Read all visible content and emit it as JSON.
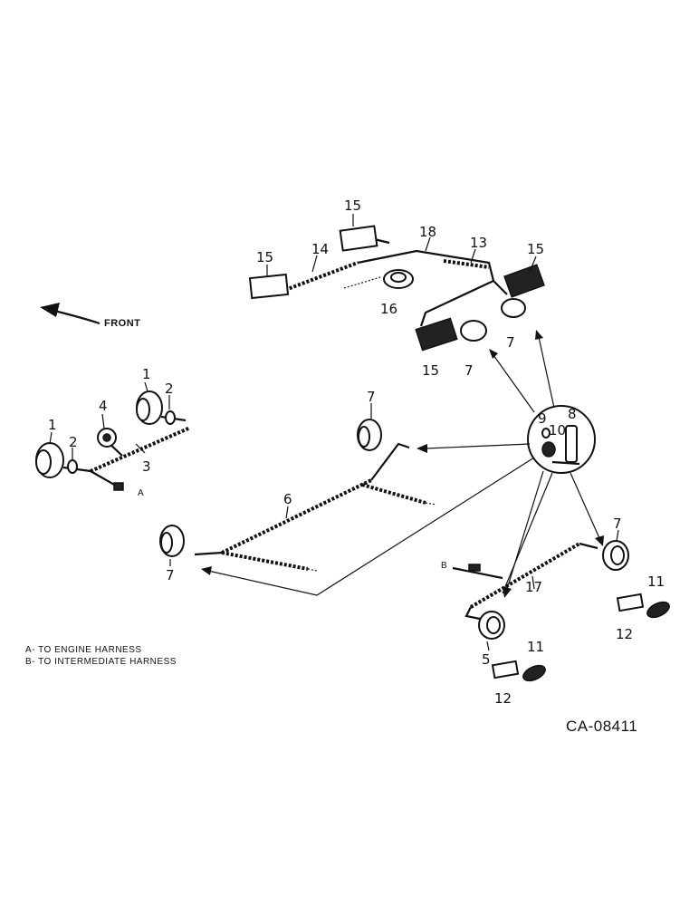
{
  "diagram": {
    "front_label": "FRONT",
    "figure_id": "CA-08411",
    "legend": [
      "A- TO ENGINE HARNESS",
      "B- TO INTERMEDIATE HARNESS"
    ],
    "connector_labels": {
      "a": "A",
      "b": "B"
    },
    "callouts": {
      "c1a": "1",
      "c1b": "1",
      "c2a": "2",
      "c2b": "2",
      "c3": "3",
      "c4": "4",
      "c5": "5",
      "c6": "6",
      "c7a": "7",
      "c7b": "7",
      "c7c": "7",
      "c7d": "7",
      "c7e": "7",
      "c8": "8",
      "c9": "9",
      "c10": "10",
      "c11a": "11",
      "c11b": "11",
      "c12a": "12",
      "c12b": "12",
      "c13": "13",
      "c14": "14",
      "c15a": "15",
      "c15b": "15",
      "c15c": "15",
      "c15d": "15",
      "c16": "16",
      "c17": "17",
      "c18": "18"
    }
  }
}
